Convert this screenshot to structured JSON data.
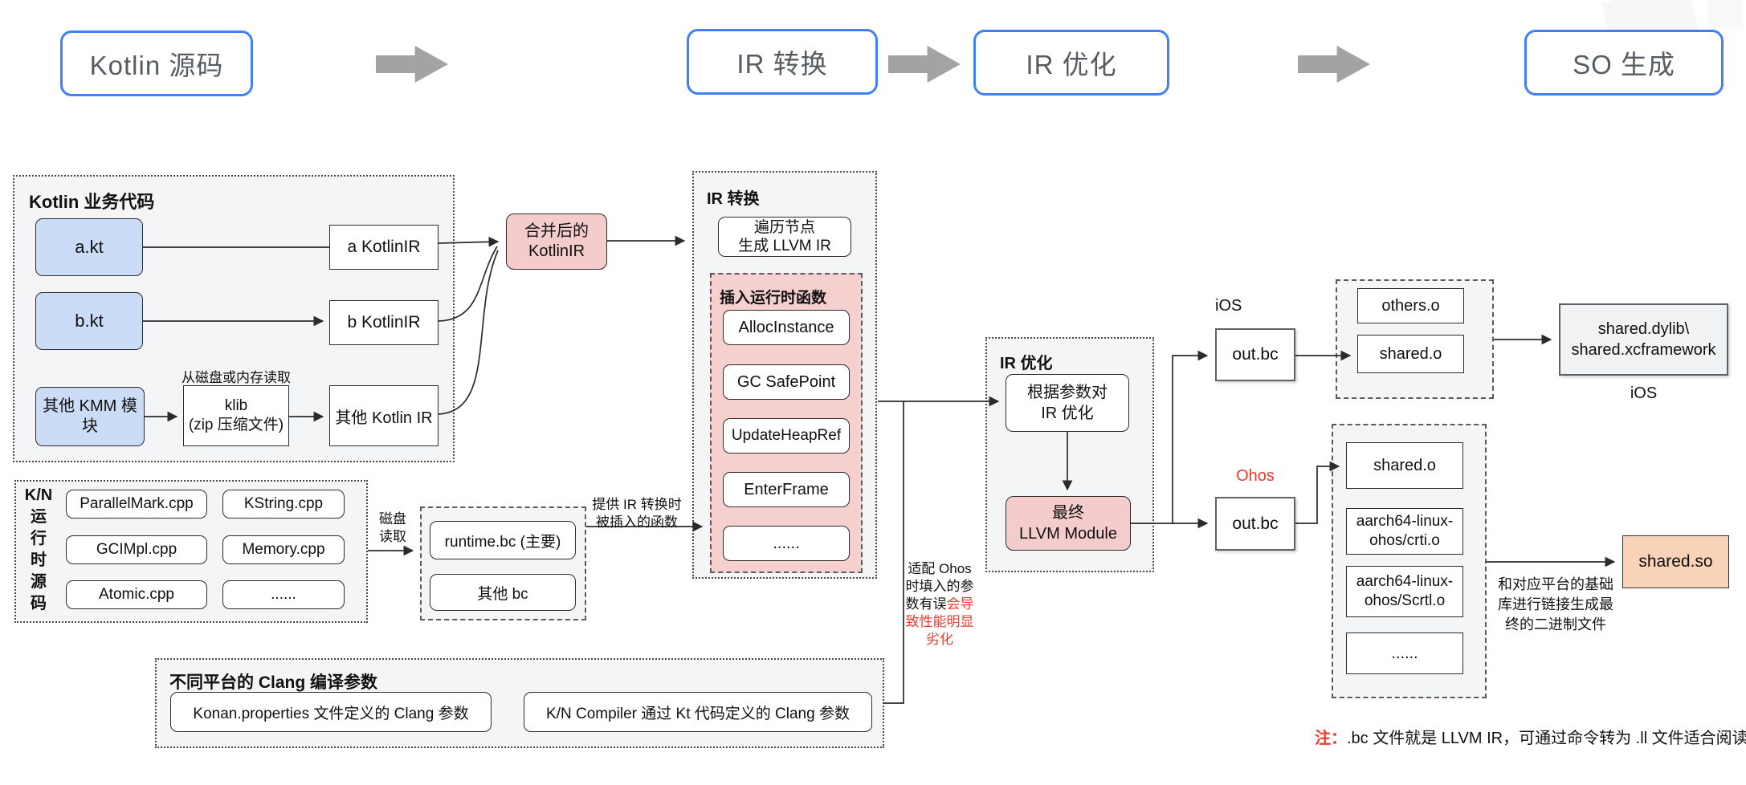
{
  "colors": {
    "accent_blue": "#4080f6",
    "file_blue": "#cbdcf7",
    "pink": "#f4cccc",
    "peach": "#f8d3b8",
    "red": "#f03b2d",
    "arrow_gray": "#a3a3a3",
    "section_bg": "#f4f5f7",
    "line": "#333333"
  },
  "top_flow": {
    "stages": [
      "Kotlin 源码",
      "IR 转换",
      "IR 优化",
      "SO 生成"
    ]
  },
  "kotlin_biz": {
    "title": "Kotlin 业务代码",
    "a_kt": "a.kt",
    "b_kt": "b.kt",
    "kmm_module": "其他 KMM 模\n块",
    "read_label": "从磁盘或内存读取",
    "klib": "klib\n(zip 压缩文件)",
    "a_ir": "a KotlinIR",
    "b_ir": "b KotlinIR",
    "other_ir": "其他 Kotlin IR"
  },
  "merged_ir": "合并后的\nKotlinIR",
  "ir_convert": {
    "title": "IR 转换",
    "traverse": "遍历节点\n生成 LLVM IR",
    "insert_title": "插入运行时函数",
    "insert_items": [
      "AllocInstance",
      "GC SafePoint",
      "UpdateHeapRef",
      "EnterFrame",
      "......"
    ]
  },
  "kn_runtime": {
    "label": "K/N\n运\n行\n时\n源\n码",
    "files": [
      "ParallelMark.cpp",
      "KString.cpp",
      "GCIMpl.cpp",
      "Memory.cpp",
      "Atomic.cpp",
      "......"
    ]
  },
  "disk_read_label": "磁盘\n读取",
  "runtime_bc": {
    "main": "runtime.bc (主要)",
    "other": "其他 bc"
  },
  "provide_label": "提供 IR 转换时\n被插入的函数",
  "clang_params": {
    "title": "不同平台的 Clang 编译参数",
    "items": [
      "Konan.properties 文件定义的 Clang 参数",
      "K/N Compiler 通过 Kt 代码定义的 Clang 参数"
    ]
  },
  "ir_opt": {
    "title": "IR 优化",
    "optimize": "根据参数对\nIR 优化",
    "final": "最终\nLLVM Module"
  },
  "ios_branch": {
    "platform": "iOS",
    "out_bc": "out.bc",
    "objects": [
      "others.o",
      "shared.o"
    ],
    "result": "shared.dylib\\\nshared.xcframework",
    "result_platform": "iOS"
  },
  "ohos_branch": {
    "platform": "Ohos",
    "out_bc": "out.bc",
    "objects": [
      "shared.o",
      "aarch64-linux-\nohos/crti.o",
      "aarch64-linux-\nohos/Scrtl.o",
      "......"
    ],
    "result": "shared.so",
    "link_label": "和对应平台的基础\n库进行链接生成最\n终的二进制文件"
  },
  "warn_note": {
    "black": "适配 Ohos 时填入的参数有误",
    "red": "会导致性能明显劣化"
  },
  "bottom_note": {
    "prefix": "注：",
    "text": ".bc 文件就是 LLVM IR，可通过命令转为 .ll 文件适合阅读"
  }
}
